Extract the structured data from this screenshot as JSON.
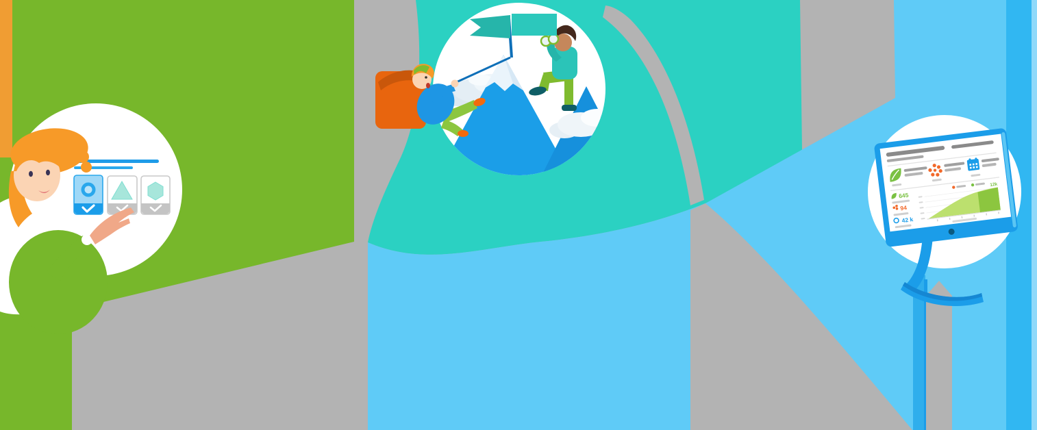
{
  "illustration": {
    "kind": "three-stage journey vector illustration",
    "scenes": [
      {
        "id": "choices",
        "label": "woman presenting option cards",
        "cards": [
          {
            "icon": "circle-icon",
            "selected": true
          },
          {
            "icon": "triangle-icon",
            "selected": false
          },
          {
            "icon": "hexagon-icon",
            "selected": false
          }
        ]
      },
      {
        "id": "summit",
        "label": "climbers reaching mountain summit with flag",
        "elements": [
          "flag",
          "mountain",
          "rope-climber",
          "lookout-man",
          "clouds",
          "rock"
        ]
      },
      {
        "id": "results",
        "label": "desktop monitor showing analytics dashboard",
        "dashboard_icons": [
          "leaf-icon",
          "cluster-icon",
          "calendar-icon"
        ]
      }
    ]
  },
  "dashboard": {
    "stats": [
      {
        "value": "645",
        "color": "#7AC143"
      },
      {
        "value": "94",
        "color": "#F2692A"
      },
      {
        "value": "42 k",
        "color": "#1B9DE9"
      }
    ],
    "chart": {
      "type": "area",
      "label": "12k",
      "area_color": "#BCE06E",
      "band_color": "#8CC63F",
      "legend_colors": [
        "#F2692A",
        "#7AC143"
      ]
    }
  },
  "palette": {
    "green": "#77B72B",
    "orange_bar": "#F09D33",
    "teal": "#2BD1C2",
    "light_blue": "#5FCBF7",
    "deep_blue_strip": "#31B7F2",
    "pale_blue_strip": "#8FD9FA",
    "shadow_gray": "#B3B3B3",
    "mountain_blue": "#1B9EE8",
    "flag_teal": "#2CC8BC",
    "accent_blue": "#1B9DE9",
    "rock_orange": "#E8650E",
    "hair_orange": "#F79A28"
  }
}
